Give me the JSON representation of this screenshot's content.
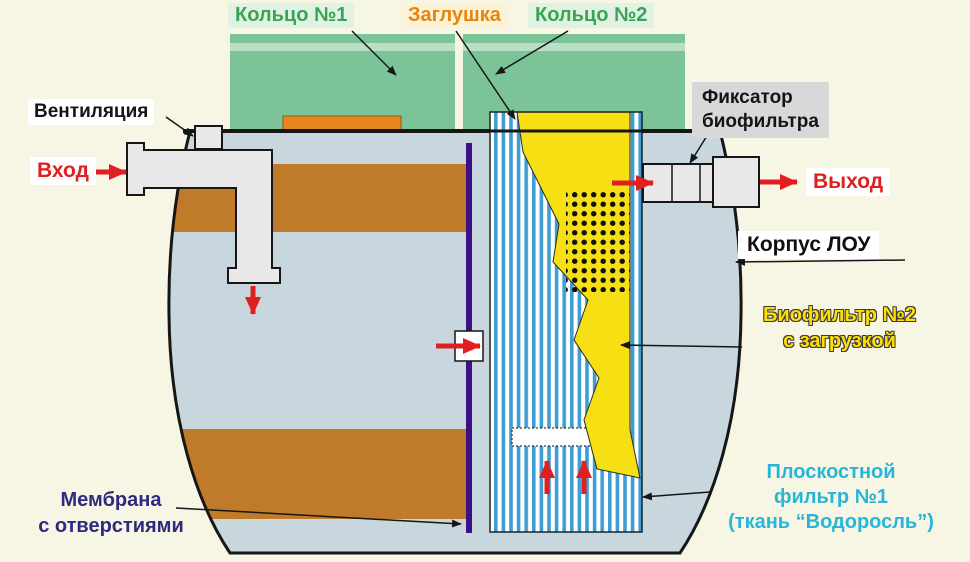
{
  "palette": {
    "background": "#f7f5e3",
    "ring_green": "#7cc397",
    "ring_green_light": "#b9dfc6",
    "plug_orange": "#e8851e",
    "water_gray_blue": "#c8d7de",
    "sludge_brown": "#bf7a2a",
    "membrane_purple": "#3b0f86",
    "filter_stripe_blue": "#3d9ed6",
    "biofilter_yellow": "#f6df12",
    "arrow_red": "#e02020",
    "label_green": "#38a457",
    "label_orange": "#e8840e",
    "label_cyan": "#27b5d8",
    "label_indigo": "#2e2a80",
    "outline_black": "#161616"
  },
  "labels": {
    "ring1": "Кольцо №1",
    "plug": "Заглушка",
    "ring2": "Кольцо №2",
    "ventilation": "Вентиляция",
    "inlet": "Вход",
    "fixator_line1": "Фиксатор",
    "fixator_line2": "биофильтра",
    "outlet": "Выход",
    "housing": "Корпус ЛОУ",
    "biofilter_line1": "Биофильтр №2",
    "biofilter_line2": "с загрузкой",
    "planar_line1": "Плоскостной",
    "planar_line2": "фильтр №1",
    "planar_line3": "(ткань “Водоросль”)",
    "membrane_line1": "Мембрана",
    "membrane_line2": "с отверстиями"
  }
}
